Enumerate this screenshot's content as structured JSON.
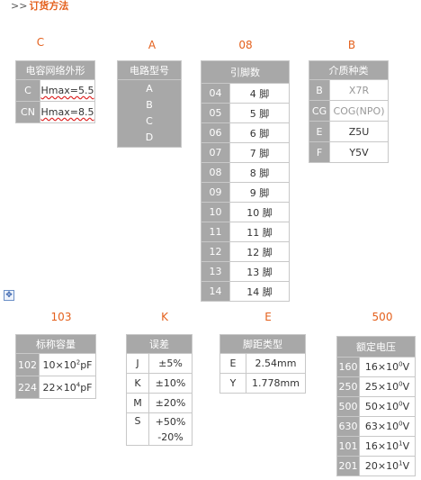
{
  "header": {
    "arrows": ">>",
    "title": "订货方法"
  },
  "codes": {
    "c": "C",
    "a": "A",
    "n08": "08",
    "b": "B",
    "n103": "103",
    "k": "K",
    "e": "E",
    "n500": "500"
  },
  "dielectric": {
    "title": "电容网络外形",
    "rows": [
      {
        "key": "C",
        "value": "Hmax=5.5"
      },
      {
        "key": "CN",
        "value": "Hmax=8.5"
      }
    ]
  },
  "circuit": {
    "title": "电路型号",
    "items": [
      "A",
      "B",
      "C",
      "D"
    ]
  },
  "pins": {
    "title": "引脚数",
    "rows": [
      {
        "key": "04",
        "value": "4 脚"
      },
      {
        "key": "05",
        "value": "5 脚"
      },
      {
        "key": "06",
        "value": "6 脚"
      },
      {
        "key": "07",
        "value": "7 脚"
      },
      {
        "key": "08",
        "value": "8 脚"
      },
      {
        "key": "09",
        "value": "9 脚"
      },
      {
        "key": "10",
        "value": "10 脚"
      },
      {
        "key": "11",
        "value": "11 脚"
      },
      {
        "key": "12",
        "value": "12 脚"
      },
      {
        "key": "13",
        "value": "13 脚"
      },
      {
        "key": "14",
        "value": "14 脚"
      }
    ]
  },
  "medium": {
    "title": "介质种类",
    "rows": [
      {
        "key": "B",
        "value": "X7R"
      },
      {
        "key": "CG",
        "value": "COG(NPO)"
      },
      {
        "key": "E",
        "value": "Z5U"
      },
      {
        "key": "F",
        "value": "Y5V"
      }
    ]
  },
  "capacity": {
    "title": "标称容量",
    "rows": [
      {
        "key": "102",
        "base": "10×10",
        "exp": "2",
        "unit": "pF"
      },
      {
        "key": "224",
        "base": "22×10",
        "exp": "4",
        "unit": "pF"
      }
    ]
  },
  "tolerance": {
    "title": "误差",
    "rows": [
      {
        "key": "J",
        "value": "±5%"
      },
      {
        "key": "K",
        "value": "±10%"
      },
      {
        "key": "M",
        "value": "±20%"
      },
      {
        "key": "S",
        "value1": "+50%",
        "value2": "-20%"
      }
    ]
  },
  "pitch": {
    "title": "脚距类型",
    "rows": [
      {
        "key": "E",
        "value": "2.54mm"
      },
      {
        "key": "Y",
        "value": "1.778mm"
      }
    ]
  },
  "voltage": {
    "title": "额定电压",
    "rows": [
      {
        "key": "160",
        "base": "16×10",
        "exp": "0",
        "unit": "V"
      },
      {
        "key": "250",
        "base": "25×10",
        "exp": "0",
        "unit": "V"
      },
      {
        "key": "500",
        "base": "50×10",
        "exp": "0",
        "unit": "V"
      },
      {
        "key": "630",
        "base": "63×10",
        "exp": "0",
        "unit": "V"
      },
      {
        "key": "101",
        "base": "16×10",
        "exp": "1",
        "unit": "V"
      },
      {
        "key": "201",
        "base": "20×10",
        "exp": "1",
        "unit": "V"
      }
    ]
  },
  "icons": {
    "move": "move-handle-icon"
  }
}
